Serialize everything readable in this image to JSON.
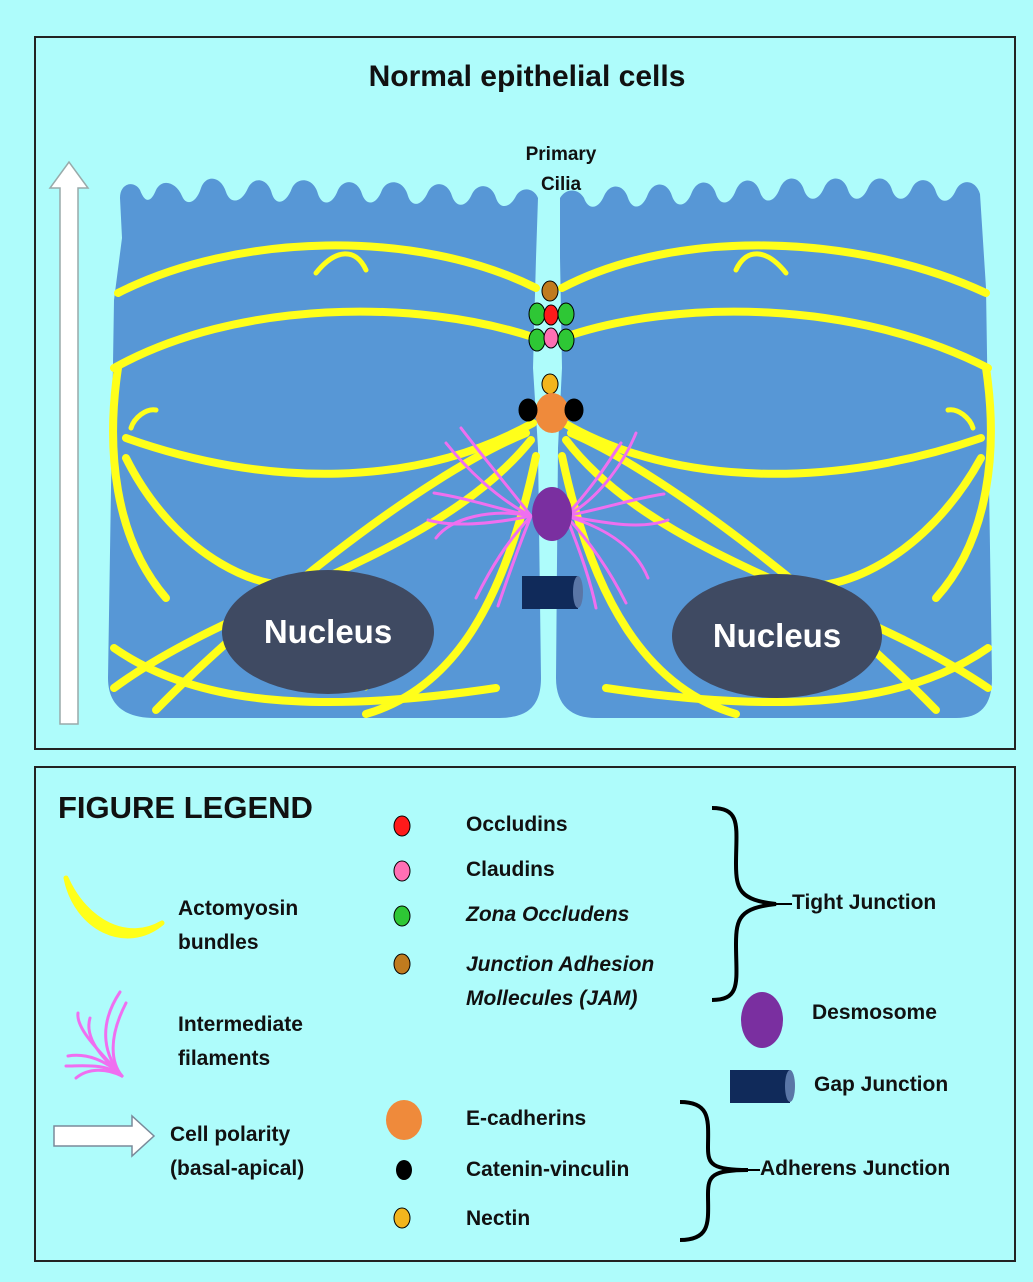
{
  "diagram": {
    "title": "Normal epithelial cells",
    "cilia_label_1": "Primary",
    "cilia_label_2": "Cilia",
    "nucleus_left": "Nucleus",
    "nucleus_right": "Nucleus"
  },
  "legend": {
    "heading": "FIGURE LEGEND",
    "actomyosin_1": "Actomyosin",
    "actomyosin_2": "bundles",
    "intermediate_1": "Intermediate",
    "intermediate_2": "filaments",
    "polarity_1": "Cell polarity",
    "polarity_2": "(basal-apical)",
    "occludins": "Occludins",
    "claudins": "Claudins",
    "zona": "Zona Occludens",
    "jam_1": "Junction Adhesion",
    "jam_2": "Mollecules (JAM)",
    "tight_junction": "Tight Junction",
    "desmosome": "Desmosome",
    "gap_junction": "Gap Junction",
    "ecadherins": "E-cadherins",
    "catenin": "Catenin-vinculin",
    "nectin": "Nectin",
    "adherens_junction": "Adherens Junction"
  },
  "colors": {
    "background": "#aefcfb",
    "cell": "#5797d6",
    "actomyosin": "#ffff1a",
    "filaments": "#ef6ff0",
    "occludins": "#ff1a1a",
    "claudins": "#ff6fb4",
    "zona_occludens": "#2ec735",
    "jam": "#c07b1e",
    "ecadherins": "#ef8a3b",
    "catenin": "#000000",
    "nectin": "#f2b51d",
    "desmosome": "#7a2fa0",
    "gap_junction": "#102a5a",
    "nucleus": "#3f4a62"
  }
}
